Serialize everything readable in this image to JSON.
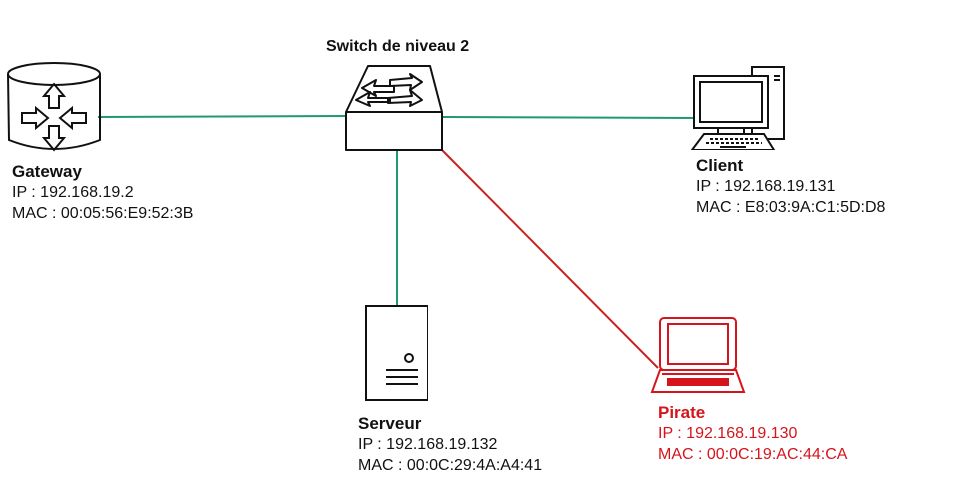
{
  "title": "Switch de niveau 2",
  "colors": {
    "link_normal": "#1f9a6e",
    "link_attack": "#cc2020",
    "ink": "#111111",
    "attacker": "#d5141c"
  },
  "nodes": {
    "gateway": {
      "name": "Gateway",
      "ip": "IP : 192.168.19.2",
      "mac": "MAC : 00:05:56:E9:52:3B",
      "icon": "router-icon"
    },
    "client": {
      "name": "Client",
      "ip": "IP : 192.168.19.131",
      "mac": "MAC : E8:03:9A:C1:5D:D8",
      "icon": "desktop-computer-icon"
    },
    "server": {
      "name": "Serveur",
      "ip": "IP : 192.168.19.132",
      "mac": "MAC : 00:0C:29:4A:A4:41",
      "icon": "server-tower-icon"
    },
    "pirate": {
      "name": "Pirate",
      "ip": "IP : 192.168.19.130",
      "mac": "MAC : 00:0C:19:AC:44:CA",
      "icon": "laptop-icon"
    }
  },
  "links": [
    {
      "from": "Gateway",
      "to": "Switch de niveau 2",
      "type": "normal"
    },
    {
      "from": "Switch de niveau 2",
      "to": "Client",
      "type": "normal"
    },
    {
      "from": "Switch de niveau 2",
      "to": "Serveur",
      "type": "normal"
    },
    {
      "from": "Switch de niveau 2",
      "to": "Pirate",
      "type": "attack"
    }
  ]
}
